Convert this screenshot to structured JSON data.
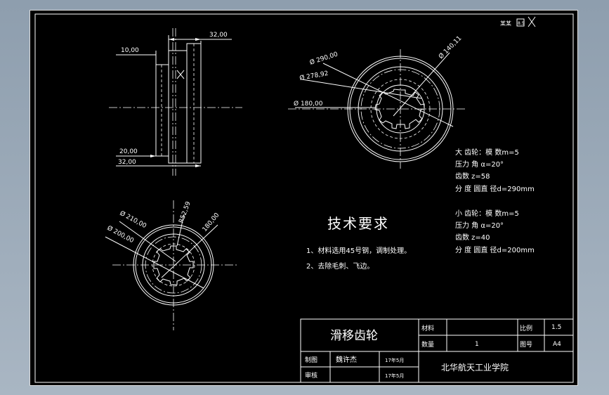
{
  "sheet": {
    "corner_label": "某某",
    "corner_box": "8.5"
  },
  "dimensions": {
    "d10": "10,00",
    "d32_top": "32,00",
    "d20": "20,00",
    "d32_bottom": "32,00",
    "dia290": "Ø 290,00",
    "dia140": "Ø 140,11",
    "dia278": "Ø 278,92",
    "dia180": "Ø 180,00",
    "dia210": "Ø 210,00",
    "dia200": "Ø 200,00",
    "r52": "R52,59",
    "d180b": "180,00"
  },
  "requirements": {
    "title": "技术要求",
    "items": [
      "1、材料选用45号钢，调制处理。",
      "2、去除毛刺、飞边。"
    ]
  },
  "gear_params": {
    "large": {
      "line1": "大 齿轮：模 数m=5",
      "line2": "压力 角 α=20°",
      "line3": "齿数 z=58",
      "line4": "分 度 圆直 径d=290mm"
    },
    "small": {
      "line1": "小 齿轮：模 数m=5",
      "line2": "压力 角 α=20°",
      "line3": "齿数 z=40",
      "line4": "分 度 圆直 径d=200mm"
    }
  },
  "title_block": {
    "part_name": "滑移齿轮",
    "material_label": "材料",
    "material_value": "",
    "scale_label": "比例",
    "scale_value": "1.5",
    "qty_label": "数量",
    "qty_value": "1",
    "drawing_no_label": "图号",
    "drawing_no_value": "A4",
    "drawn_label": "制图",
    "drawn_name": "魏许杰",
    "drawn_date": "17年5月",
    "checked_label": "审核",
    "checked_name": "",
    "checked_date": "17年5月",
    "school": "北华航天工业学院"
  }
}
